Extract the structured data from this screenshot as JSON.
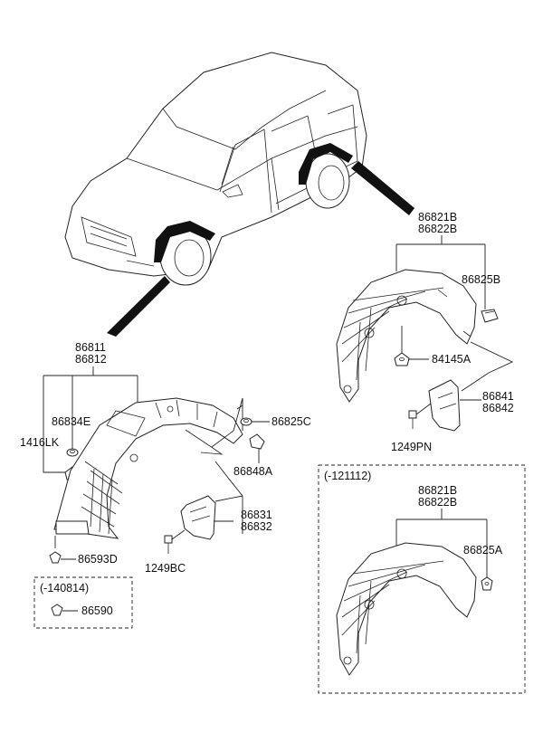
{
  "labels": {
    "front_liner_a": "86811",
    "front_liner_b": "86812",
    "nut_86834e": "86834E",
    "clip_1416lk": "1416LK",
    "nut_86825c": "86825C",
    "clip_86848a": "86848A",
    "mudguard_front_a": "86831",
    "mudguard_front_b": "86832",
    "bolt_1249bc": "1249BC",
    "screw_86593d": "86593D",
    "rear_liner_a": "86821B",
    "rear_liner_b": "86822B",
    "clip_86825b": "86825B",
    "nut_84145a": "84145A",
    "mudguard_rear_a": "86841",
    "mudguard_rear_b": "86842",
    "bolt_1249pn": "1249PN",
    "box_small_header": "(-140814)",
    "box_small_part": "86590",
    "box_large_header": "(-121112)",
    "box_large_liner_a": "86821B",
    "box_large_liner_b": "86822B",
    "box_large_clip": "86825A"
  }
}
